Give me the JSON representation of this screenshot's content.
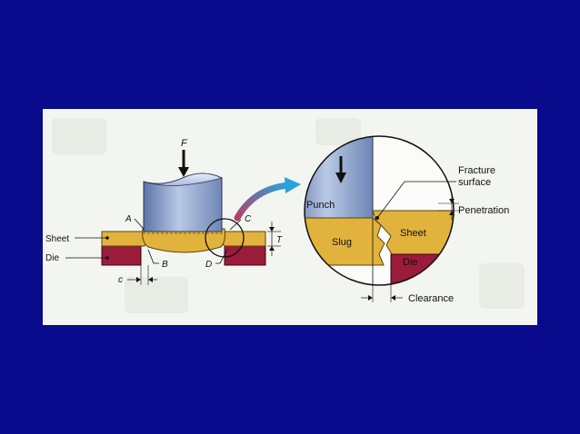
{
  "left_view": {
    "force": "F",
    "labels": {
      "a": "A",
      "b": "B",
      "c_point": "C",
      "d": "D",
      "thickness": "T",
      "clearance_small": "c",
      "sheet": "Sheet",
      "die": "Die"
    }
  },
  "detail_view": {
    "punch": "Punch",
    "slug": "Slug",
    "sheet": "Sheet",
    "die": "Die",
    "fracture_surface_line1": "Fracture",
    "fracture_surface_line2": "surface",
    "penetration": "Penetration",
    "clearance": "Clearance"
  },
  "colors": {
    "background": "#0a0a8c",
    "panel": "#f3f5f0",
    "sheet": "#e2b33c",
    "die": "#9b1b3a",
    "punch": "#8fa6cf",
    "arrow_gradient_start": "#b5406a",
    "arrow_gradient_end": "#29a3d8"
  }
}
